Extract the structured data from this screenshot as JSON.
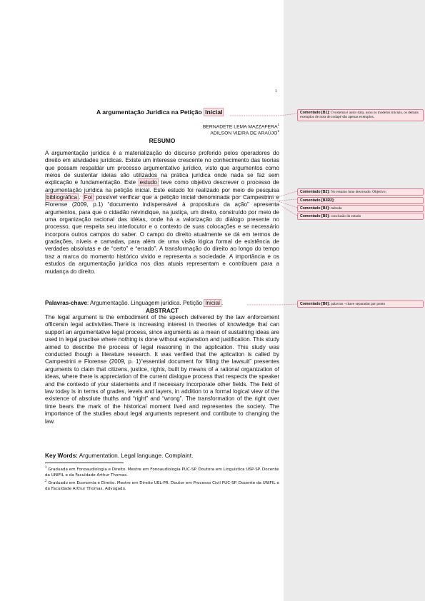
{
  "page_number": "1",
  "title": {
    "main": "A argumentação Jurídica na Petição ",
    "highlight": "Inicial"
  },
  "authors": [
    {
      "name": "BERNADETE LEMA MAZZAFERA",
      "mark": "1"
    },
    {
      "name": "ADILSON VIEIRA DE ARAÚJO",
      "mark": "2"
    }
  ],
  "resumo": {
    "heading": "RESUMO",
    "p1": "A argumentação jurídica é a materialização do discurso proferido pelos operadores do direito em atividades jurídicas. Existe um interesse crescente no conhecimento das teorias que possam respaldar um processo argumentativo jurídico, visto que argumentos como meios de sustentar ideias são utilizados na prática jurídica onde nada se faz sem explicação e fundamentação. Este ",
    "hl_estudo": "estudo",
    "p2": " teve como objetivo descrever o processo de argumentação jurídica na petição inicial. Este estudo foi realizado por meio de pesquisa ",
    "hl_bibliografica": "bibliográfica",
    "p3": ". ",
    "hl_foi": "Foi",
    "p4": " possível verificar que a petição inicial denominada por Campestrini e Florense (2009, p.1) “documento indispensável à propositura da ação” apresenta argumentos, para que o cidadão reivindique, na justiça, um direito, construído por meio de uma organização racional das idéias, onde há a valorização do diálogo presente no processo, que respeita seu interlocutor e o contexto de suas colocações e se necessário incorpora outros campos do saber. O campo do direito atualmente se dá em termos de gradações, níveis e camadas, para além de uma visão lógica formal de existência de verdades absolutas e de “certo” e “errado”. A transformação do direito ao longo do tempo traz a marca do momento histórico vivido e representa a sociedade. A importância e os estudos da argumentação jurídica nos dias atuais representam e contribuem para a mudança do direito."
  },
  "palavras_chave": {
    "label": "Palavras-chave",
    "text": ": Argumentação. Linguagem jurídica. Petição ",
    "highlight": "Inicial",
    "end": "."
  },
  "abstract": {
    "heading": "ABSTRACT",
    "text": "The legal argument is the embodiment of the speech delivered by the law enforcement officersin legal activivities.There is increasing interest in theories of knowledge that can support an argumentative legal process, since arguments as a mean of sustaining ideas are used in legal practise where nothing is done without explanstion and justification. This study aimed to describe the process of legal reasoning in the application. This study was conducted though a literature research. It was verified that the aplication is called by Campestrini e Florense (2009, p. 1)“essential document for filling the lawsuit” presentes arguments to claim that citizens, justice, rights, built by means of a rational organization of ideas, where there is appreciation of the current dialogue process that respects the speaker and the contexto of your statements and if necessary incorporate other fields. The field of law today is in terms of grades, levels and layers, in addition to a formal logical view of the existence of absolute thuths and “right” and “wrong”. The transformation of the right over time bears the mark of the historical moment lived and representes the society. The importance of the studies about legal arguments represent and contibute to changing the law."
  },
  "key_words": {
    "label": "Key Words:",
    "text": " Argumentation. Legal language. Complaint."
  },
  "footnotes": [
    {
      "mark": "1",
      "text": "Graduada em Fonoaudiologia e Direito. Mestre em Fonoaudiologia PUC-SP. Doutora em Linguística USP-SP. Docente da UNIFIL e da Faculdade Arthur Thomas."
    },
    {
      "mark": "2",
      "text": "Graduado em Economia e Direito. Mestre em Direito UEL-PR. Doutor em Processo Civil PUC-SP. Docente da UNIFIL e da Faculdade Arthur Thomas. Advogado."
    }
  ],
  "comments": [
    {
      "label": "Comentado [B1]:",
      "text": " O sistema é autor data, usou os modelos iniciais, os demais exemplos de nota de rodapé são apenas exemplos."
    },
    {
      "label": "Comentado [B2]:",
      "text": " No resumo luno descreado: Objetivo;"
    },
    {
      "label": "Comentado [B3R2]:",
      "text": ""
    },
    {
      "label": "Comentado [B4]:",
      "text": " método"
    },
    {
      "label": "Comentado [B5]:",
      "text": " conclusão do estudo"
    },
    {
      "label": "Comentado [B6]:",
      "text": " palavras –chave separadas por ponto"
    }
  ],
  "colors": {
    "markup_pane": "#ebebeb",
    "comment_fill": "#fbe3e6",
    "comment_border": "#d9808e"
  }
}
